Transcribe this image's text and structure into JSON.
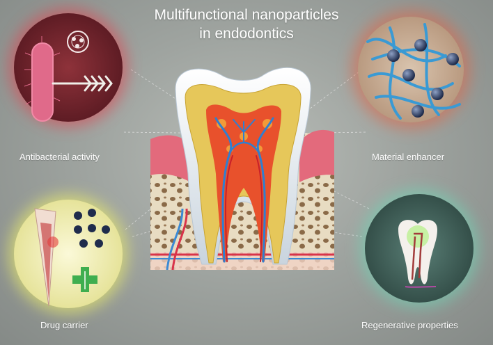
{
  "title": {
    "line1": "Multifunctional nanoparticles",
    "line2": "in endodontics"
  },
  "panels": {
    "antibacterial": {
      "label": "Antibacterial activity",
      "color": "#7a2a32",
      "glow": "#e0434f"
    },
    "material": {
      "label": "Material enhancer",
      "color": "#c8b09a",
      "glow": "#e0674a"
    },
    "drug": {
      "label": "Drug carrier",
      "color": "#f3efb8",
      "glow": "#eef06a"
    },
    "regenerative": {
      "label": "Regenerative properties",
      "color": "#4a6e66",
      "glow": "#6fd6b6"
    }
  }
}
